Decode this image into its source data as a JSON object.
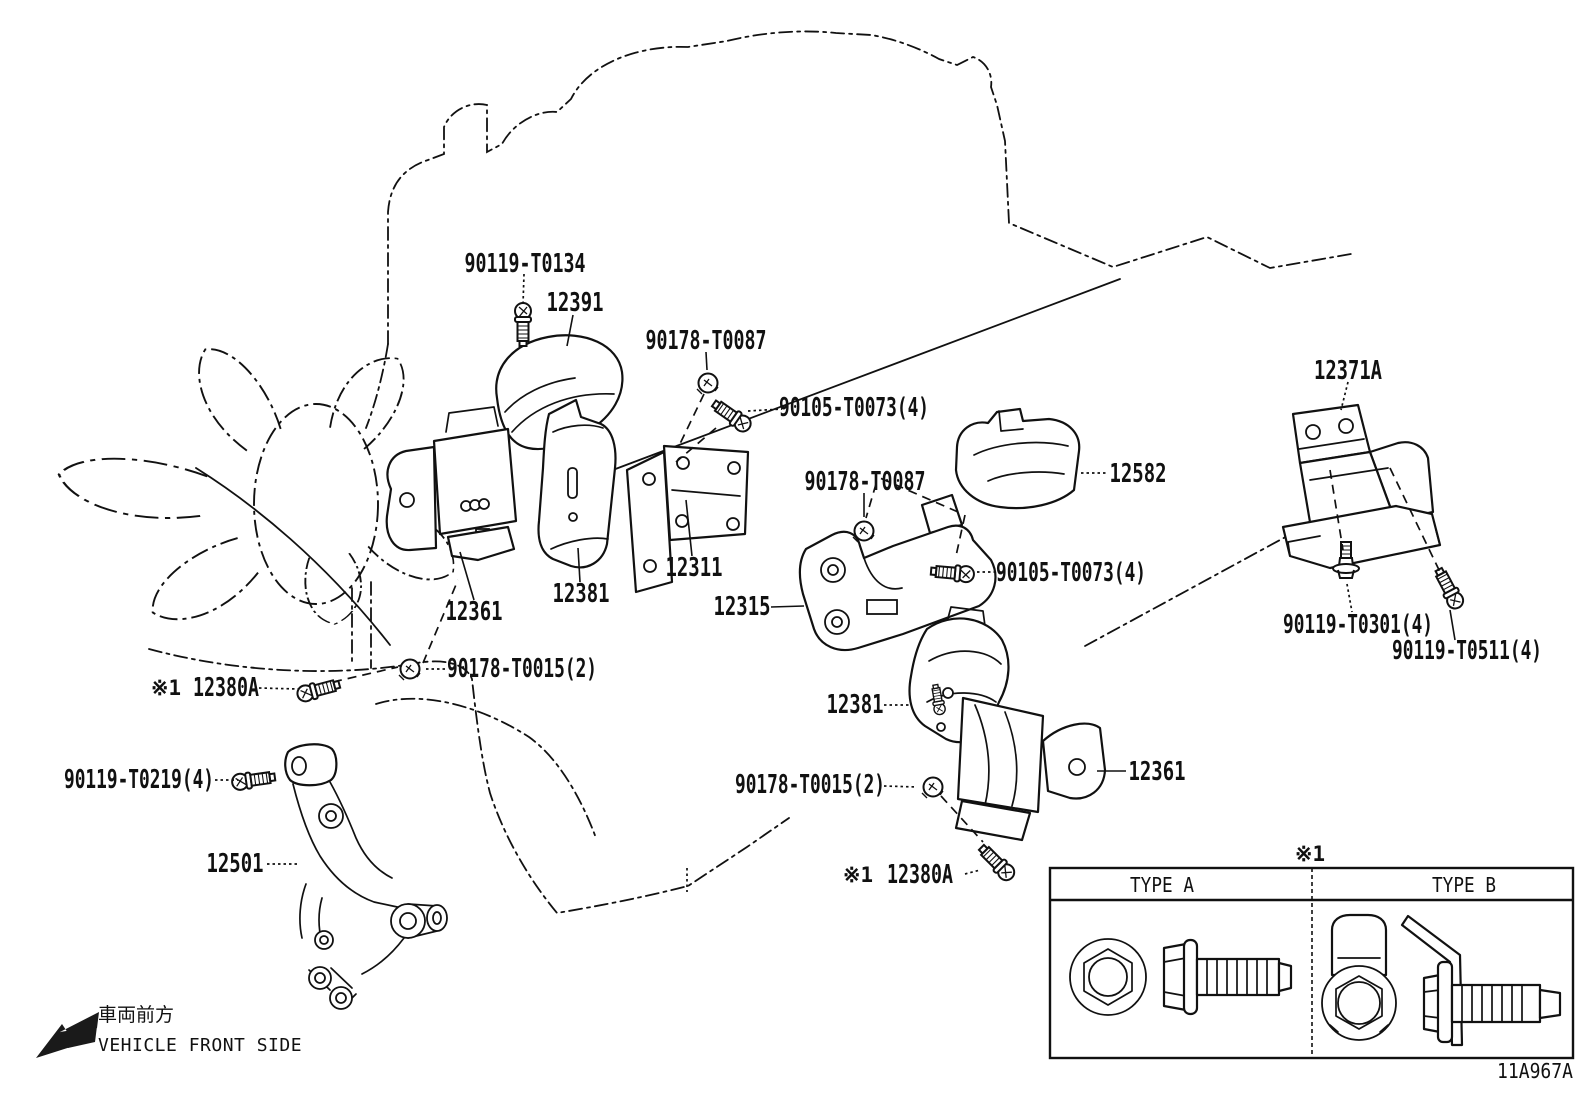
{
  "colors": {
    "ink": "#111111",
    "background": "#ffffff"
  },
  "footer": {
    "diagram_code": "11A967A"
  },
  "front_indicator": {
    "jp": "車両前方",
    "en": "VEHICLE FRONT SIDE"
  },
  "legend_table": {
    "footnote": "※1",
    "columns": [
      "TYPE A",
      "TYPE B"
    ]
  },
  "labels": [
    {
      "text": "90119-T0134"
    },
    {
      "text": "12391"
    },
    {
      "text": "90178-T0087"
    },
    {
      "text": "90105-T0073(4)"
    },
    {
      "text": "12582"
    },
    {
      "text": "90178-T0087"
    },
    {
      "text": "90105-T0073(4)"
    },
    {
      "text": "12371A"
    },
    {
      "text": "12311"
    },
    {
      "text": "12381"
    },
    {
      "text": "12361"
    },
    {
      "text": "12315"
    },
    {
      "text": "90178-T0015(2)"
    },
    {
      "prefix": "※1",
      "text": "12380A"
    },
    {
      "text": "90119-T0219(4)"
    },
    {
      "text": "12501"
    },
    {
      "text": "12381"
    },
    {
      "text": "12361"
    },
    {
      "text": "90178-T0015(2)"
    },
    {
      "prefix": "※1",
      "text": "12380A"
    },
    {
      "text": "90119-T0301(4)"
    },
    {
      "text": "90119-T0511(4)"
    }
  ]
}
